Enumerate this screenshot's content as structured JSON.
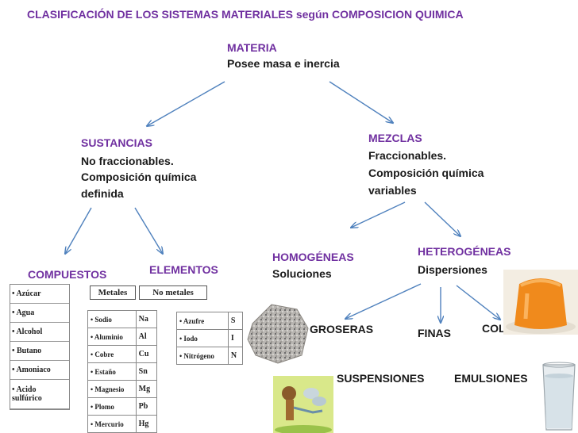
{
  "title": "CLASIFICACIÓN DE LOS SISTEMAS MATERIALES según COMPOSICION QUIMICA",
  "materia": {
    "name": "MATERIA",
    "desc": "Posee masa e inercia"
  },
  "sustancias": {
    "name": "SUSTANCIAS",
    "line1": "No fraccionables.",
    "line2": "Composición química",
    "line3": "definida"
  },
  "mezclas": {
    "name": "MEZCLAS",
    "line1": "Fraccionables.",
    "line2": "Composición química",
    "line3": "variables"
  },
  "compuestos": {
    "name": "COMPUESTOS",
    "items": [
      "Azúcar",
      "Agua",
      "Alcohol",
      "Butano",
      "Amoniaco",
      "Acido sulfúrico"
    ]
  },
  "elementos": {
    "name": "ELEMENTOS",
    "metales_label": "Metales",
    "no_metales_label": "No metales",
    "metales": [
      {
        "name": "Sodio",
        "sym": "Na"
      },
      {
        "name": "Aluminio",
        "sym": "Al"
      },
      {
        "name": "Cobre",
        "sym": "Cu"
      },
      {
        "name": "Estaño",
        "sym": "Sn"
      },
      {
        "name": "Magnesio",
        "sym": "Mg"
      },
      {
        "name": "Plomo",
        "sym": "Pb"
      },
      {
        "name": "Mercurio",
        "sym": "Hg"
      }
    ],
    "no_metales": [
      {
        "name": "Azufre",
        "sym": "S"
      },
      {
        "name": "Iodo",
        "sym": "I"
      },
      {
        "name": "Nitrógeno",
        "sym": "N"
      }
    ]
  },
  "homogeneas": {
    "name": "HOMOGÉNEAS",
    "desc": "Soluciones"
  },
  "heterogeneas": {
    "name": "HETEROGÉNEAS",
    "desc": "Dispersiones"
  },
  "groseras": "GROSERAS",
  "finas": "FINAS",
  "coloidales": "COLOIDALES",
  "suspensiones": "SUSPENSIONES",
  "emulsiones": "EMULSIONES",
  "colors": {
    "heading": "#7030a0",
    "text": "#1a1a1a",
    "arrow": "#4f81bd"
  }
}
